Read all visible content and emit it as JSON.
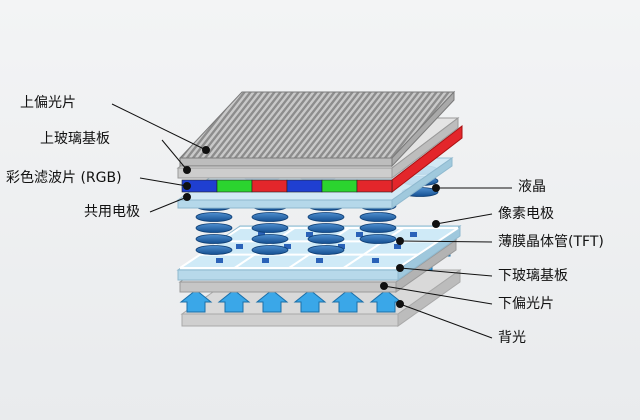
{
  "labels": {
    "upper_polarizer": "上偏光片",
    "upper_glass": "上玻璃基板",
    "color_filter": "彩色滤波片 (RGB)",
    "common_electrode": "共用电极",
    "liquid_crystal": "液晶",
    "pixel_electrode": "像素电极",
    "tft": "薄膜晶体管(TFT)",
    "lower_glass": "下玻璃基板",
    "lower_polarizer": "下偏光片",
    "backlight": "背光"
  },
  "colors": {
    "red": "#e3262b",
    "green": "#2bd42f",
    "blue": "#1f3fd1",
    "lc_coil": "#1b5fa8",
    "arrow": "#3aa7e8",
    "glass": "#bfe3f4",
    "polarizer": "#9a9a9a"
  },
  "icons": {
    "leader_dot": "black-dot",
    "light_arrow": "upward-arrow-icon",
    "lc_molecule": "coil-icon"
  }
}
